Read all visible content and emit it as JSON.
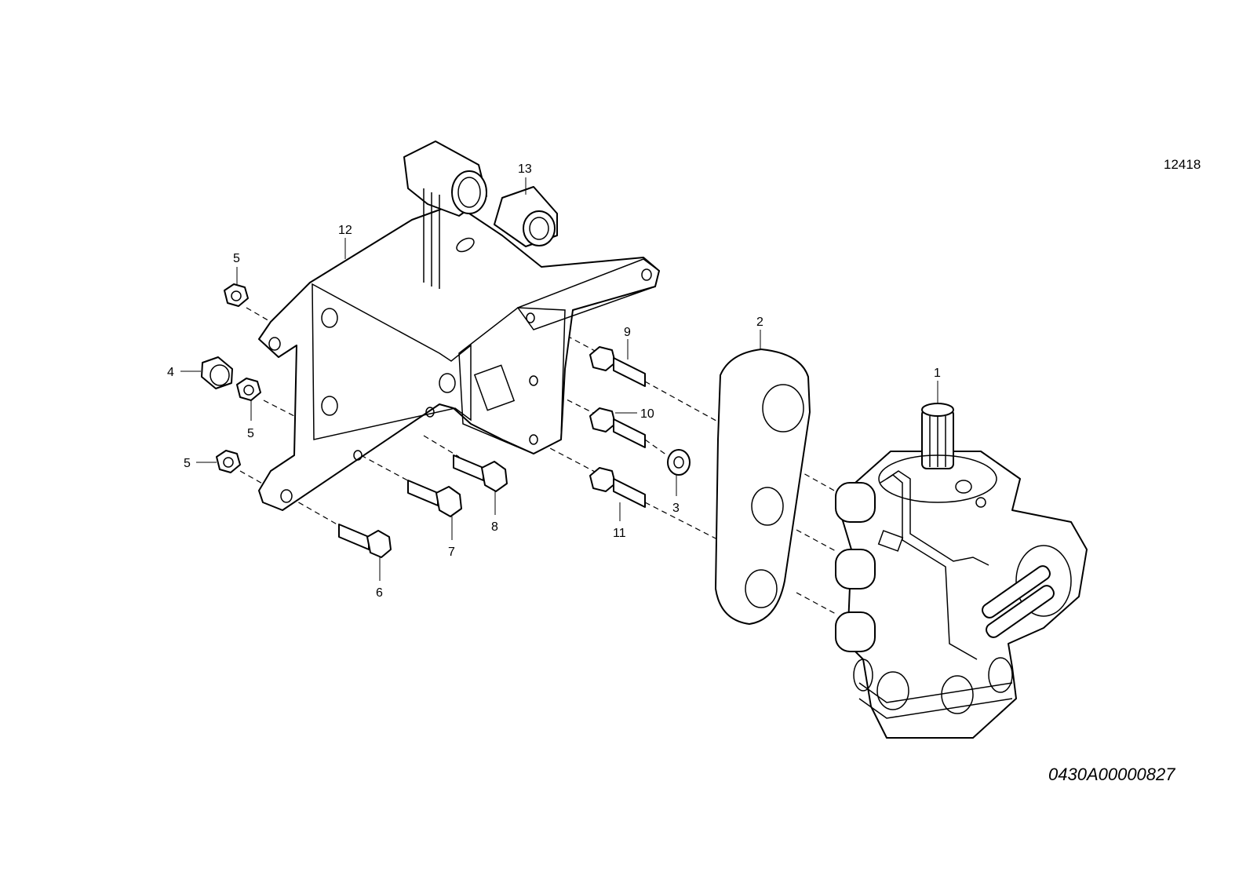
{
  "diagram": {
    "reference_number": "12418",
    "drawing_code": "0430A00000827",
    "callouts": [
      {
        "id": "c1",
        "text": "1"
      },
      {
        "id": "c2",
        "text": "2"
      },
      {
        "id": "c3",
        "text": "3"
      },
      {
        "id": "c4",
        "text": "4"
      },
      {
        "id": "c5a",
        "text": "5"
      },
      {
        "id": "c5b",
        "text": "5"
      },
      {
        "id": "c5c",
        "text": "5"
      },
      {
        "id": "c6",
        "text": "6"
      },
      {
        "id": "c7",
        "text": "7"
      },
      {
        "id": "c8",
        "text": "8"
      },
      {
        "id": "c9",
        "text": "9"
      },
      {
        "id": "c10",
        "text": "10"
      },
      {
        "id": "c11",
        "text": "11"
      },
      {
        "id": "c12",
        "text": "12"
      },
      {
        "id": "c13",
        "text": "13"
      }
    ]
  }
}
